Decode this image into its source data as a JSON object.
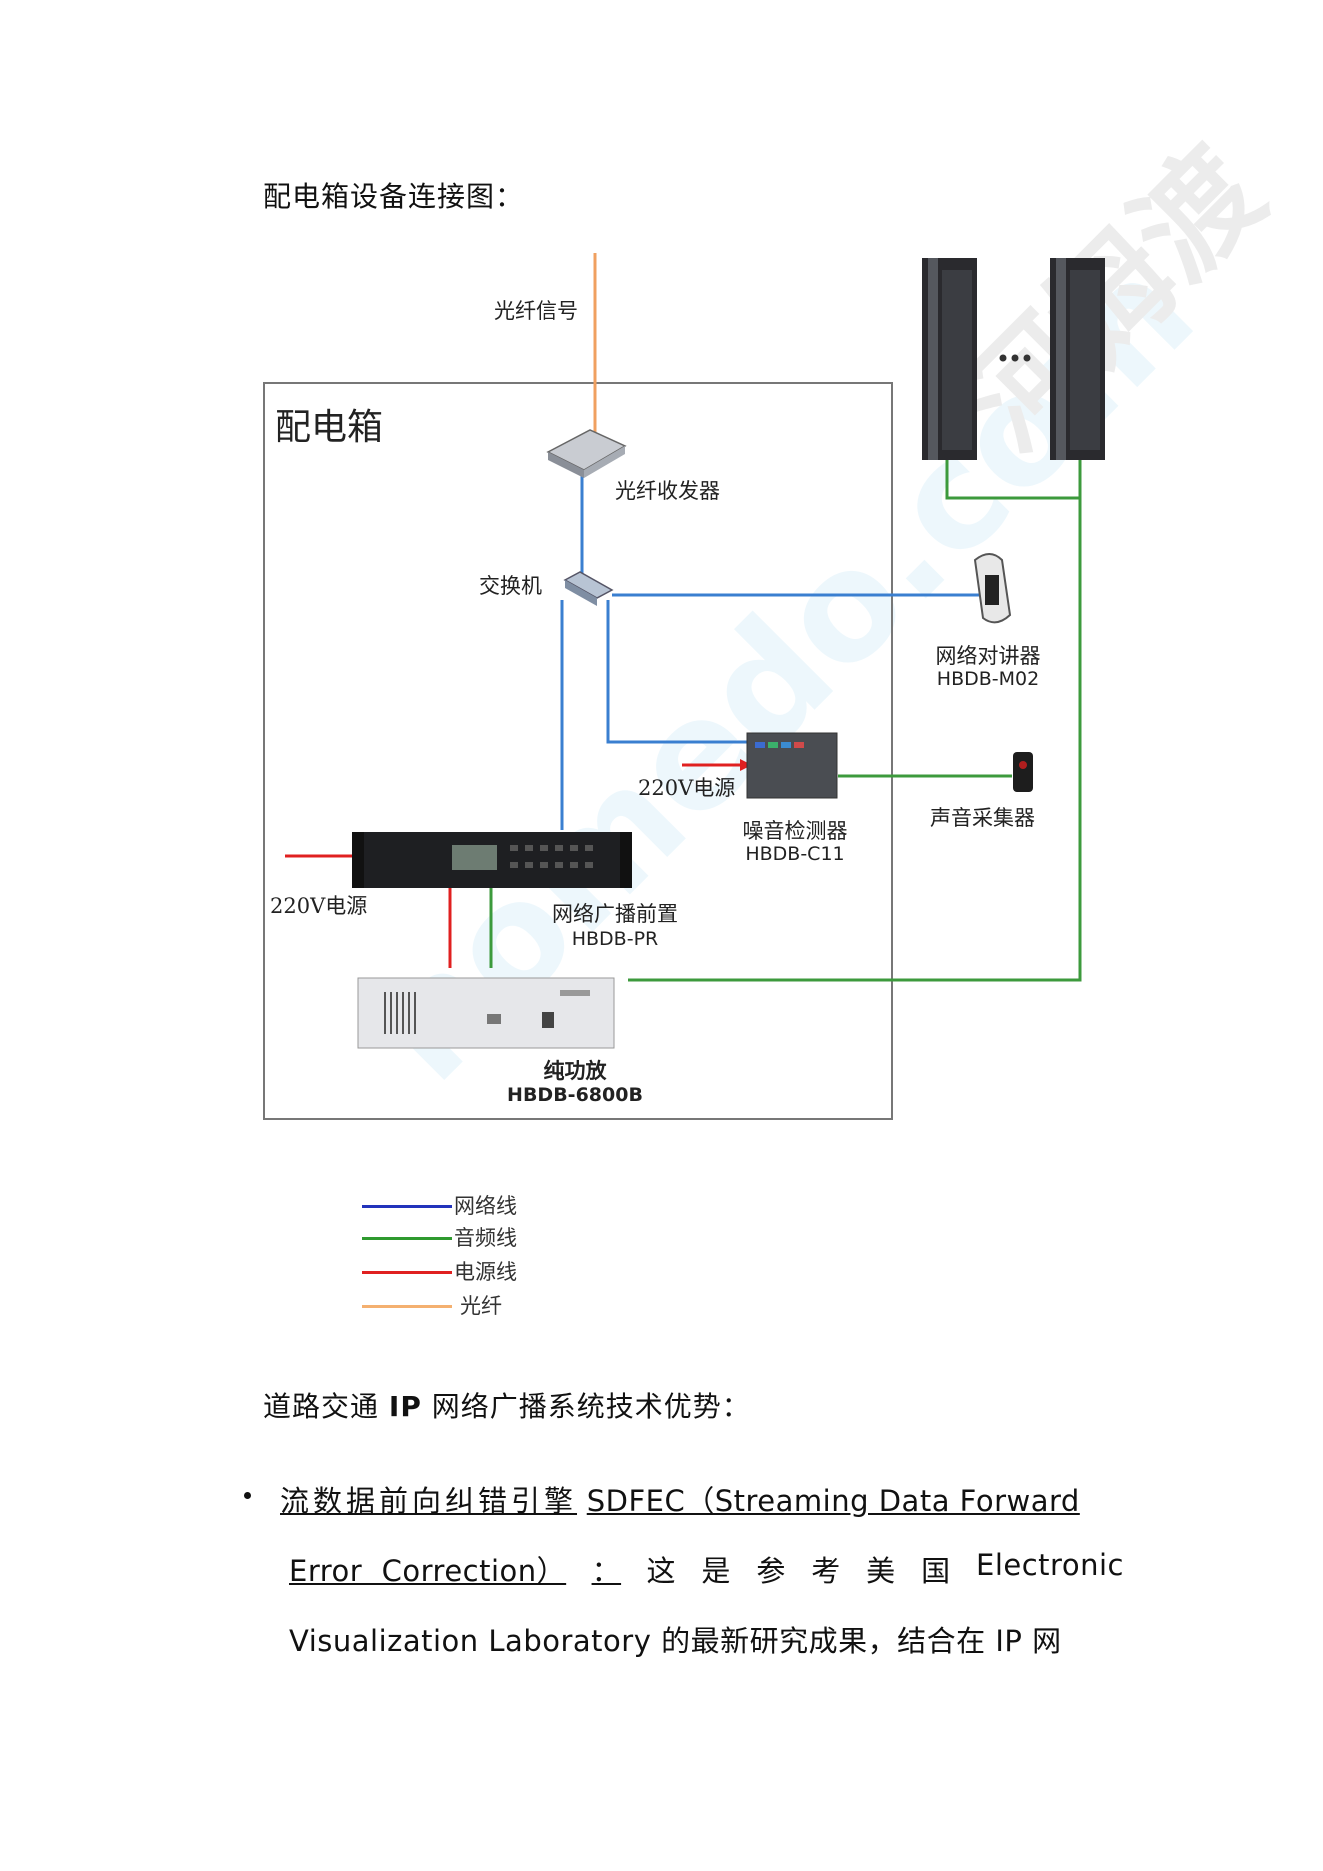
{
  "headings": {
    "diagram_heading": "配电箱设备连接图：",
    "advantages_heading_pre": "道路交通",
    "advantages_heading_ip": "IP",
    "advantages_heading_post": "网络广播系统技术优势："
  },
  "diagram": {
    "box_title": "配电箱",
    "labels": {
      "fiber_signal": "光纤信号",
      "fiber_transceiver": "光纤收发器",
      "switch": "交换机",
      "intercom": "网络对讲器",
      "intercom_model": "HBDB-M02",
      "power_noise": "220V电源",
      "noise_detector": "噪音检测器",
      "noise_detector_model": "HBDB-C11",
      "sound_collector": "声音采集器",
      "power_pre": "220V电源",
      "preamp": "网络广播前置",
      "preamp_model": "HBDB-PR",
      "amplifier": "纯功放",
      "amplifier_model": "HBDB-6800B",
      "speakers_ellipsis": "..."
    },
    "colors": {
      "network": "#3a7fd0",
      "audio": "#3c9a3c",
      "power": "#e02020",
      "fiber": "#f0a060"
    }
  },
  "legend": [
    {
      "label": "网络线",
      "color": "#2233bb"
    },
    {
      "label": "音频线",
      "color": "#2f9a2f"
    },
    {
      "label": "电源线",
      "color": "#e02020"
    },
    {
      "label": "光纤",
      "color": "#f4b070"
    }
  ],
  "body": {
    "line1_pre": "流数据前向纠错引擎",
    "line1_latin": "SDFEC（Streaming Data Forward",
    "line2_latin": "Error  Correction）",
    "line2_colon": "：",
    "line2_chars": [
      "这",
      "是",
      "参",
      "考",
      "美",
      "国"
    ],
    "line2_end": "Electronic",
    "line3_latin": "Visualization Laboratory",
    "line3_cn": "的最新研究成果，结合在",
    "line3_ip": "IP",
    "line3_end": "网"
  },
  "watermark": {
    "text1": "homedo.com",
    "text2": "河姆渡"
  }
}
